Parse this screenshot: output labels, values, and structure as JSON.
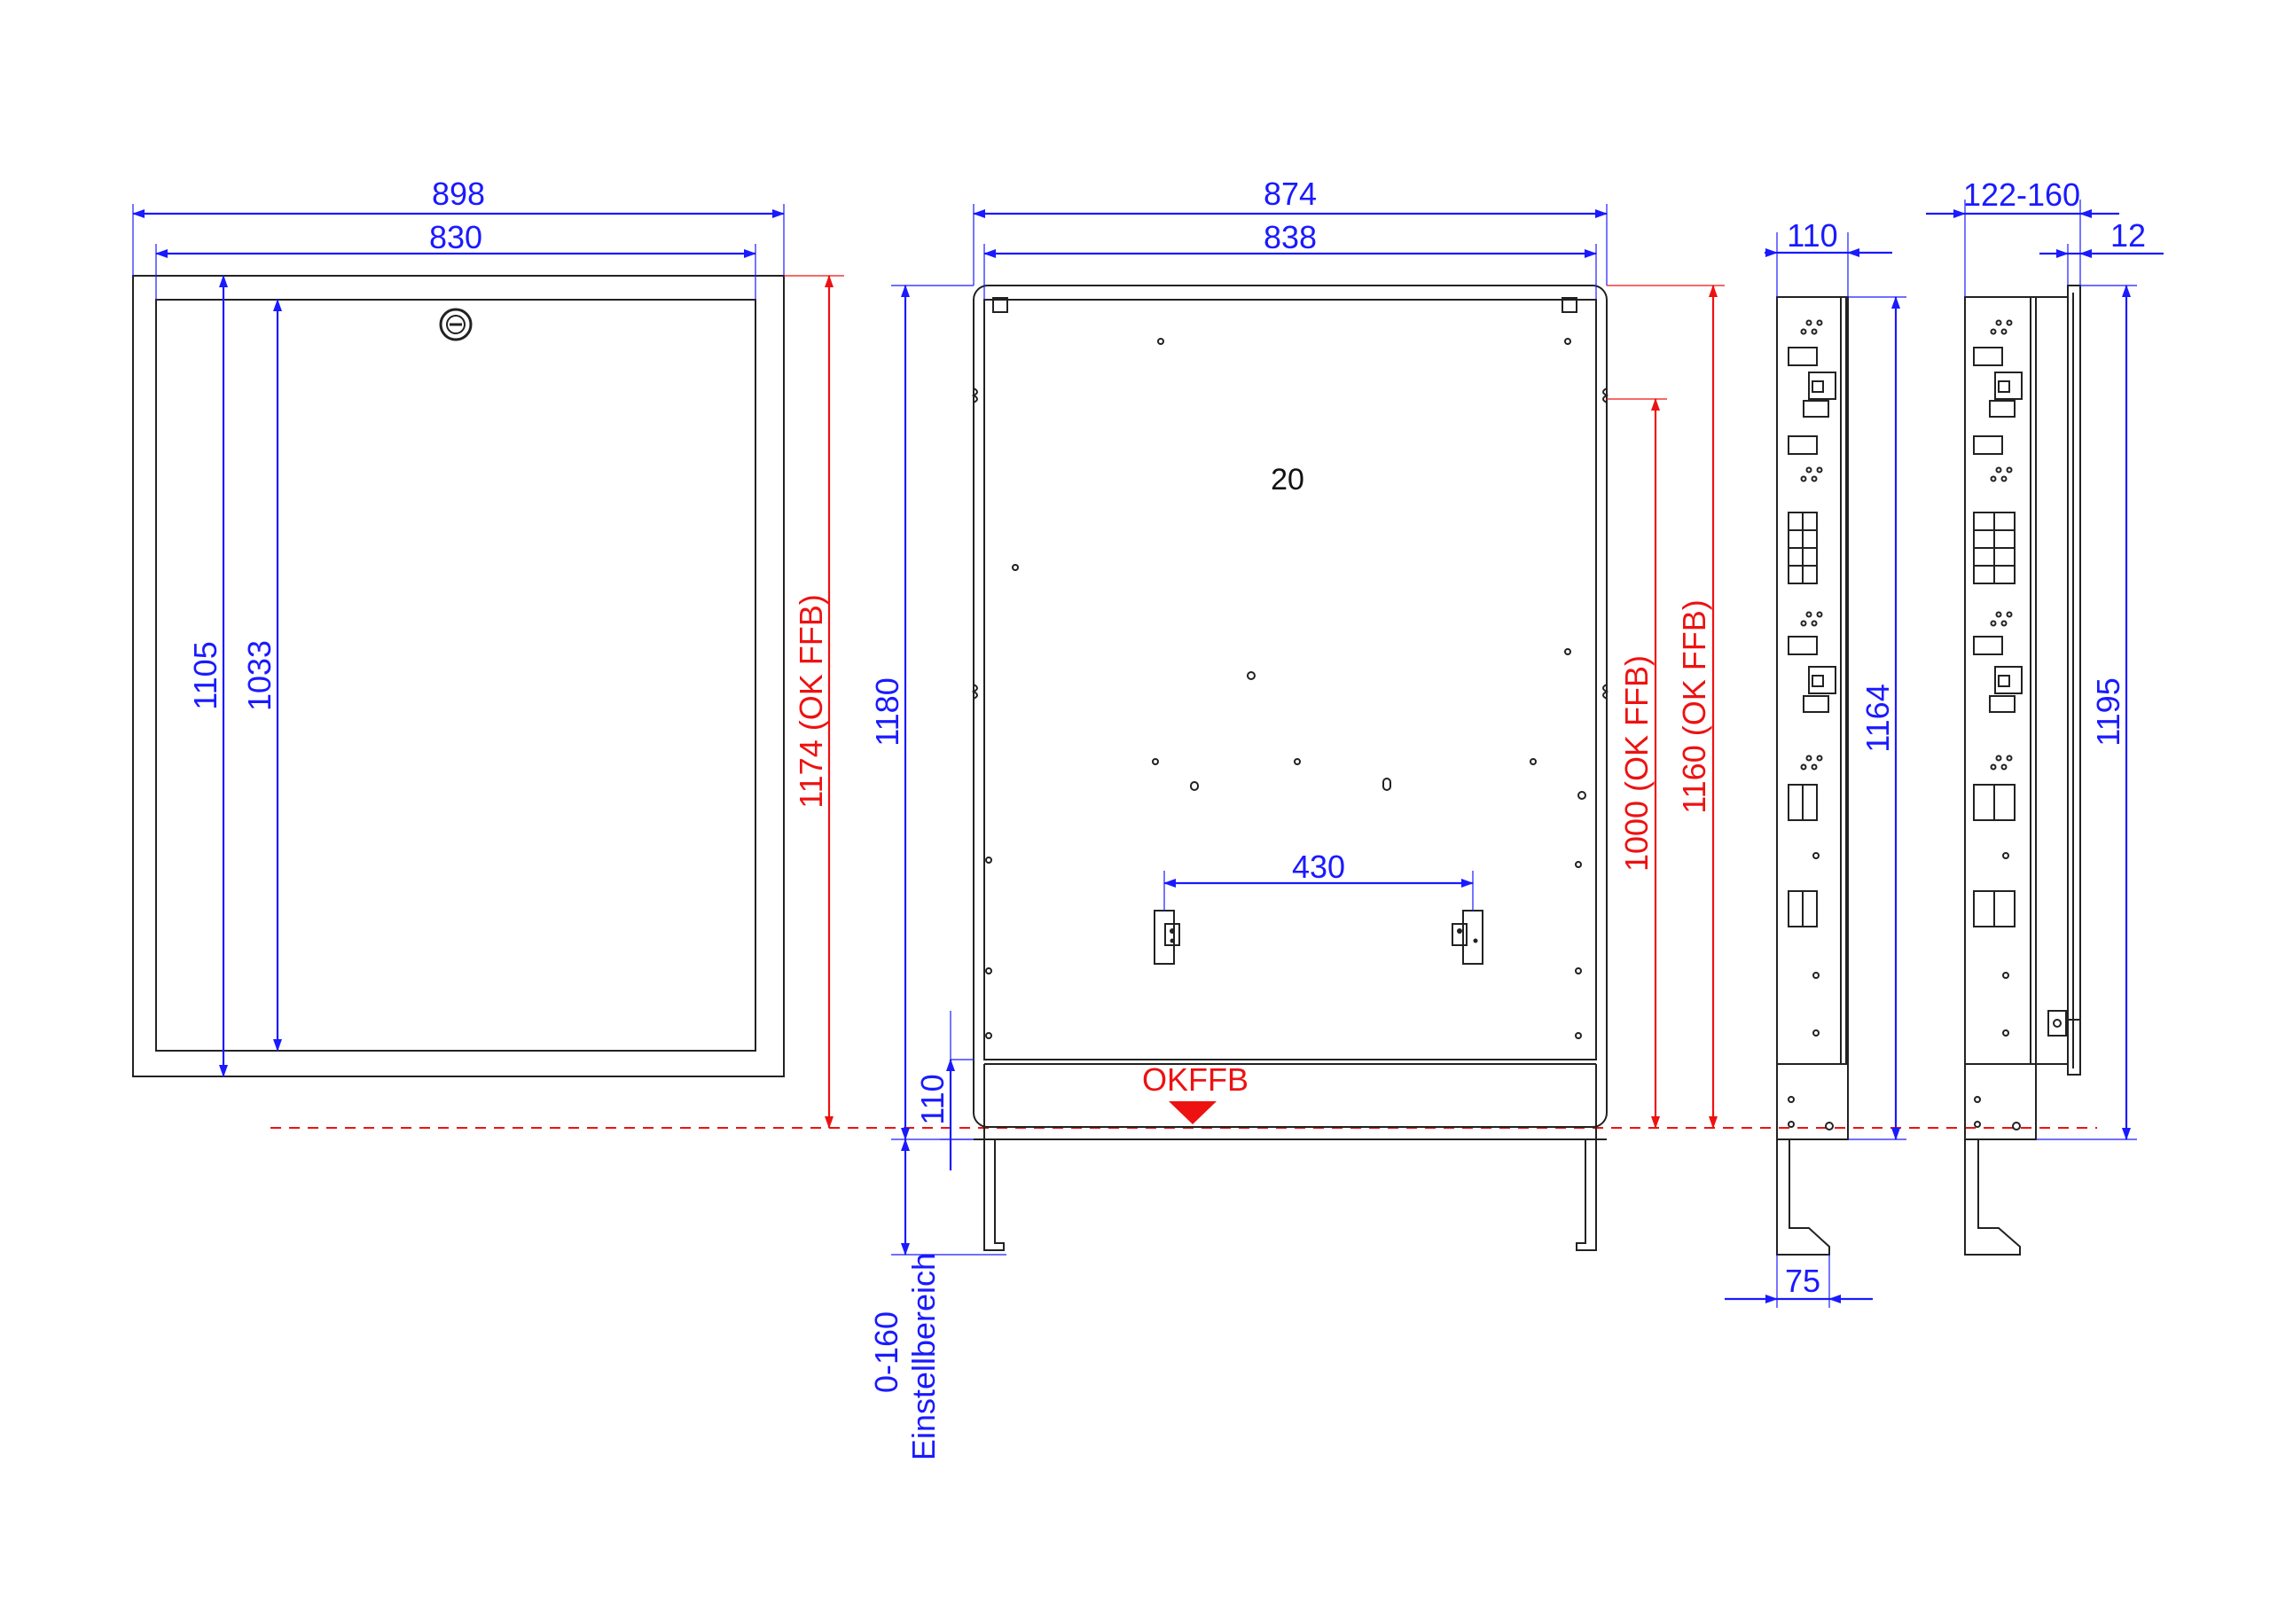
{
  "colors": {
    "dimension": "#1a1aff",
    "reference": "#ee1111",
    "object": "#222222"
  },
  "front_view": {
    "outer_width": "898",
    "inner_width": "830",
    "outer_height": "1105",
    "inner_height": "1033",
    "height_ffb": "1174 (OK FFB)",
    "lock_icon": "lock-icon"
  },
  "rear_view": {
    "outer_width": "874",
    "inner_width": "838",
    "height": "1180",
    "inner_height_ffb": "1000 (OK FFB)",
    "total_height_ffb": "1160 (OK FFB)",
    "rail_spacing": "430",
    "panel_mark": "20",
    "floor_gap": "110",
    "floor_label": "OKFFB",
    "adjust_range": "0-160",
    "adjust_label": "Einstellbereich"
  },
  "side_view_left": {
    "depth": "110",
    "foot_width": "75",
    "height": "1164"
  },
  "side_view_right": {
    "depth_range": "122-160",
    "frame_depth": "12",
    "height": "1195"
  }
}
